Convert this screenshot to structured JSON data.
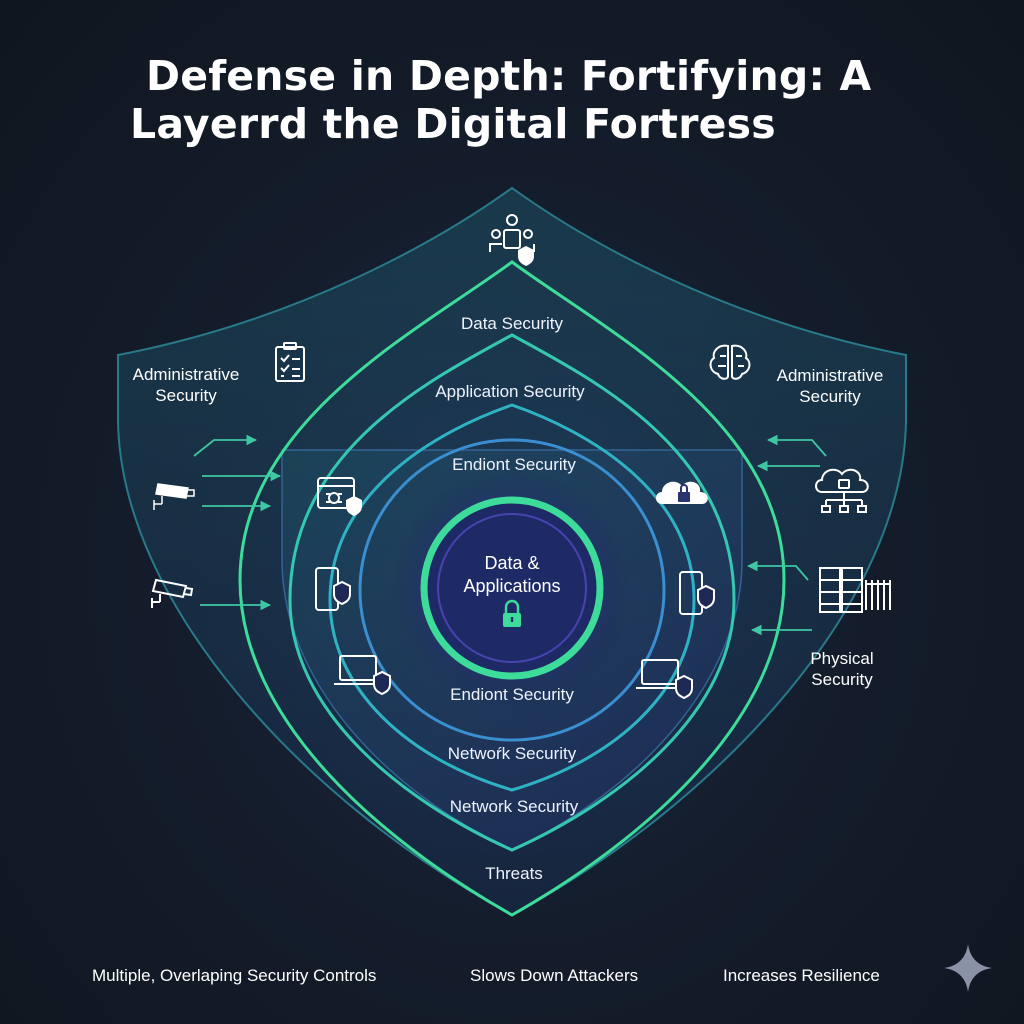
{
  "title": {
    "line1": "Defense in Depth: Fortifying: A",
    "line2": "Layerrd the Digital Fortress"
  },
  "layers": {
    "data_security": "Data Security",
    "application_security": "Application Security",
    "endpoint_security_top": "Endiont Security",
    "endpoint_security_bottom": "Endiont Security",
    "network_security_1": "Netwoŕk Security",
    "network_security_2": "Network Security",
    "threats": "Threats"
  },
  "core": {
    "line1": "Data &",
    "line2": "Applications"
  },
  "side_labels": {
    "left_administrative": "Administrative Security",
    "right_administrative": "Administrative Security",
    "physical": "Physical Security"
  },
  "footer": {
    "item1": "Multiple, Overlaping Security Controls",
    "item2": "Slows Down Attackers",
    "item3": "Increases Resilience"
  },
  "colors": {
    "accent_green": "#3ddc9a",
    "accent_teal": "#2bb3a8",
    "accent_blue": "#3a86c8",
    "background": "#141d2c"
  },
  "icons": [
    "team-shield-icon",
    "checklist-icon",
    "brain-circuit-icon",
    "cctv-camera-icon",
    "browser-bug-shield-icon",
    "mobile-shield-icon",
    "laptop-shield-icon",
    "cloud-lock-icon",
    "cloud-network-lock-icon",
    "server-rack-icon",
    "padlock-icon",
    "sparkle-icon"
  ]
}
